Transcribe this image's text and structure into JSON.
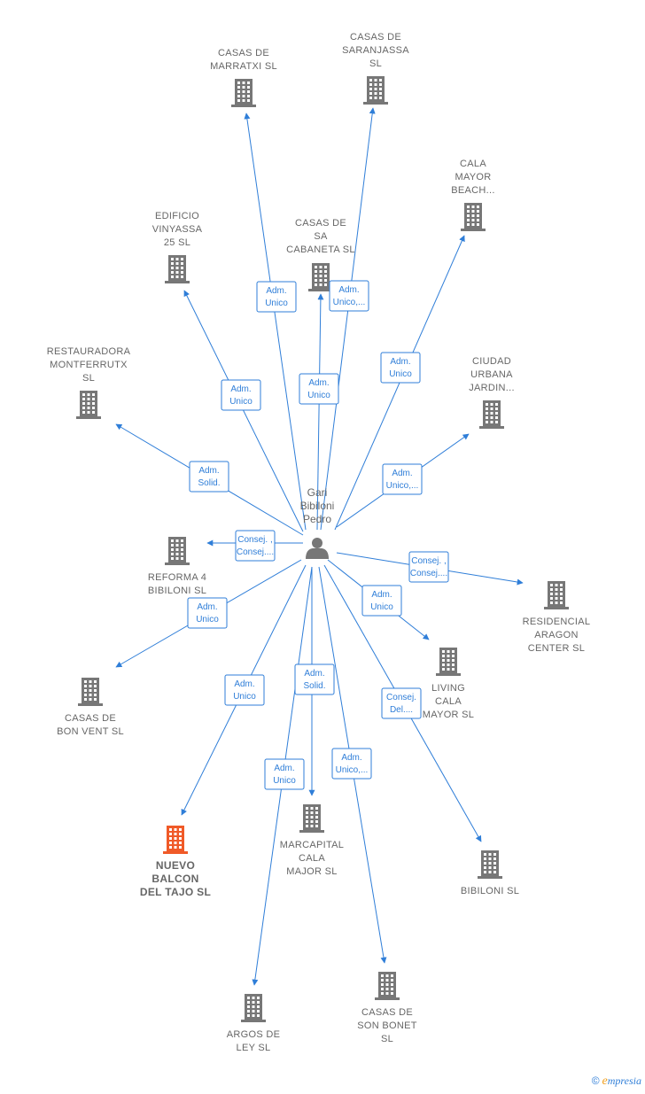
{
  "colors": {
    "edge": "#2f7ed8",
    "building": "#777777",
    "highlight": "#f05a28",
    "text": "#666666"
  },
  "person": {
    "lines": [
      "Gari",
      "Bibiloni",
      "Pedro"
    ],
    "icon": "person-icon"
  },
  "companies": [
    {
      "id": "marratxi",
      "lines": [
        "CASAS DE",
        "MARRATXI SL"
      ],
      "highlight": false
    },
    {
      "id": "saranjassa",
      "lines": [
        "CASAS DE",
        "SARANJASSA",
        "SL"
      ],
      "highlight": false
    },
    {
      "id": "calamayorbeach",
      "lines": [
        "CALA",
        "MAYOR",
        "BEACH..."
      ],
      "highlight": false
    },
    {
      "id": "vinyassa",
      "lines": [
        "EDIFICIO",
        "VINYASSA",
        "25  SL"
      ],
      "highlight": false
    },
    {
      "id": "cabaneta",
      "lines": [
        "CASAS DE",
        "SA",
        "CABANETA  SL"
      ],
      "highlight": false
    },
    {
      "id": "montferrutx",
      "lines": [
        "RESTAURADORA",
        "MONTFERRUTX",
        "SL"
      ],
      "highlight": false
    },
    {
      "id": "urbana",
      "lines": [
        "CIUDAD",
        "URBANA",
        "JARDIN..."
      ],
      "highlight": false
    },
    {
      "id": "reforma",
      "lines": [
        "REFORMA 4",
        "BIBILONI  SL"
      ],
      "highlight": false
    },
    {
      "id": "aragon",
      "lines": [
        "RESIDENCIAL",
        "ARAGON",
        "CENTER  SL"
      ],
      "highlight": false
    },
    {
      "id": "living",
      "lines": [
        "LIVING",
        "CALA",
        "MAYOR  SL"
      ],
      "highlight": false
    },
    {
      "id": "bonvent",
      "lines": [
        "CASAS DE",
        "BON VENT  SL"
      ],
      "highlight": false
    },
    {
      "id": "balcon",
      "lines": [
        "NUEVO",
        "BALCON",
        "DEL TAJO  SL"
      ],
      "highlight": true
    },
    {
      "id": "marcapital",
      "lines": [
        "MARCAPITAL",
        "CALA",
        "MAJOR  SL"
      ],
      "highlight": false
    },
    {
      "id": "bibiloni",
      "lines": [
        "BIBILONI  SL"
      ],
      "highlight": false
    },
    {
      "id": "argos",
      "lines": [
        "ARGOS DE",
        "LEY SL"
      ],
      "highlight": false
    },
    {
      "id": "sonbonet",
      "lines": [
        "CASAS DE",
        "SON BONET",
        "SL"
      ],
      "highlight": false
    }
  ],
  "edges": [
    {
      "to": "marratxi",
      "label": [
        "Adm.",
        "Unico"
      ]
    },
    {
      "to": "saranjassa",
      "label": [
        "Adm.",
        "Unico,..."
      ]
    },
    {
      "to": "cabaneta",
      "label": [
        "Adm.",
        "Unico"
      ]
    },
    {
      "to": "vinyassa",
      "label": [
        "Adm.",
        "Unico"
      ]
    },
    {
      "to": "calamayorbeach",
      "label": [
        "Adm.",
        "Unico"
      ]
    },
    {
      "to": "montferrutx",
      "label": [
        "Adm.",
        "Solid."
      ]
    },
    {
      "to": "urbana",
      "label": [
        "Adm.",
        "Unico,..."
      ]
    },
    {
      "to": "reforma",
      "label": [
        "Consej. ,",
        "Consej...."
      ]
    },
    {
      "to": "aragon",
      "label": [
        "Consej. ,",
        "Consej...."
      ]
    },
    {
      "to": "living",
      "label": [
        "Adm.",
        "Unico"
      ]
    },
    {
      "to": "bonvent",
      "label": [
        "Adm.",
        "Unico"
      ]
    },
    {
      "to": "balcon",
      "label": [
        "Adm.",
        "Unico"
      ]
    },
    {
      "to": "marcapital",
      "label": [
        "Adm.",
        "Solid."
      ]
    },
    {
      "to": "bibiloni",
      "label": [
        "Consej.",
        "Del...."
      ]
    },
    {
      "to": "argos",
      "label": [
        "Adm.",
        "Unico"
      ]
    },
    {
      "to": "sonbonet",
      "label": [
        "Adm.",
        "Unico,..."
      ]
    }
  ],
  "footer": {
    "copyright": "©",
    "brand_initial": "e",
    "brand_rest": "mpresia"
  }
}
